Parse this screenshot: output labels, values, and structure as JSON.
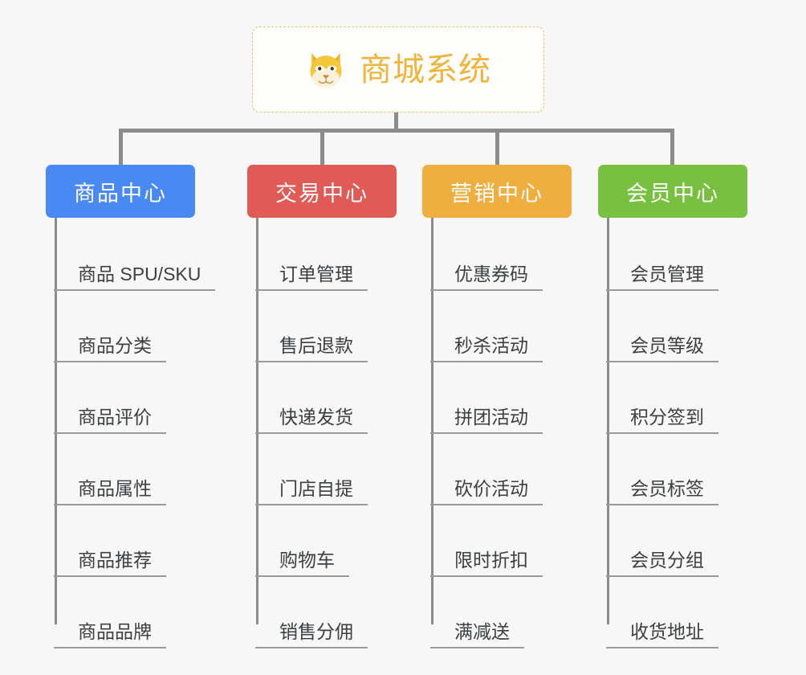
{
  "page": {
    "background": "#F7F7F7",
    "connector_color": "#8C8C8C"
  },
  "root": {
    "title": "商城系统",
    "icon": "shiba-dog-face-icon",
    "text_color": "#F0B43C",
    "border_color": "#EFC06A",
    "background": "#FDFDFC"
  },
  "branches": [
    {
      "title": "商品中心",
      "color": "#4889F4",
      "items": [
        "商品 SPU/SKU",
        "商品分类",
        "商品评价",
        "商品属性",
        "商品推荐",
        "商品品牌"
      ]
    },
    {
      "title": "交易中心",
      "color": "#E05B56",
      "items": [
        "订单管理",
        "售后退款",
        "快递发货",
        "门店自提",
        "购物车",
        "销售分佣"
      ]
    },
    {
      "title": "营销中心",
      "color": "#EFAE3E",
      "items": [
        "优惠券码",
        "秒杀活动",
        "拼团活动",
        "砍价活动",
        "限时折扣",
        "满减送"
      ]
    },
    {
      "title": "会员中心",
      "color": "#78C040",
      "items": [
        "会员管理",
        "会员等级",
        "积分签到",
        "会员标签",
        "会员分组",
        "收货地址"
      ]
    }
  ]
}
